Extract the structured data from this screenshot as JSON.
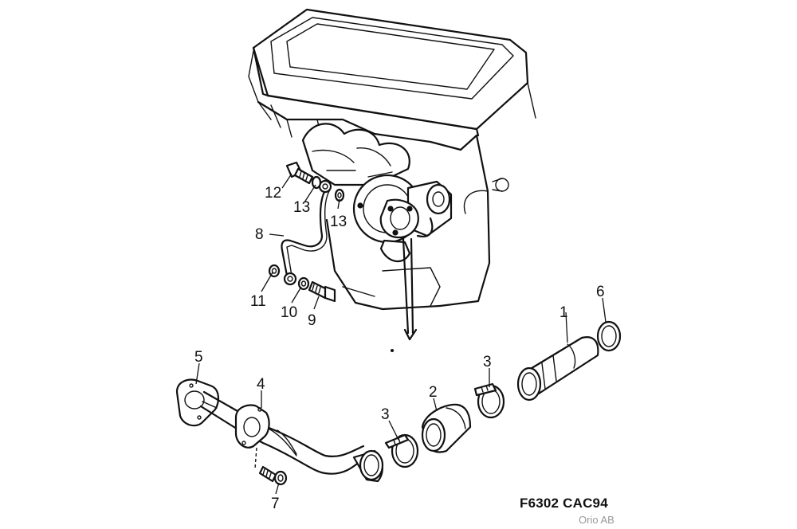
{
  "callouts": [
    {
      "id": "c12",
      "label": "12"
    },
    {
      "id": "c13a",
      "label": "13"
    },
    {
      "id": "c13b",
      "label": "13"
    },
    {
      "id": "c8",
      "label": "8"
    },
    {
      "id": "c11",
      "label": "11"
    },
    {
      "id": "c10",
      "label": "10"
    },
    {
      "id": "c9",
      "label": "9"
    },
    {
      "id": "c5",
      "label": "5"
    },
    {
      "id": "c4",
      "label": "4"
    },
    {
      "id": "c7",
      "label": "7"
    },
    {
      "id": "c3a",
      "label": "3"
    },
    {
      "id": "c2",
      "label": "2"
    },
    {
      "id": "c3b",
      "label": "3"
    },
    {
      "id": "c1",
      "label": "1"
    },
    {
      "id": "c6",
      "label": "6"
    }
  ],
  "drawing_code": "F6302 CAC94",
  "brand": "Orio AB"
}
